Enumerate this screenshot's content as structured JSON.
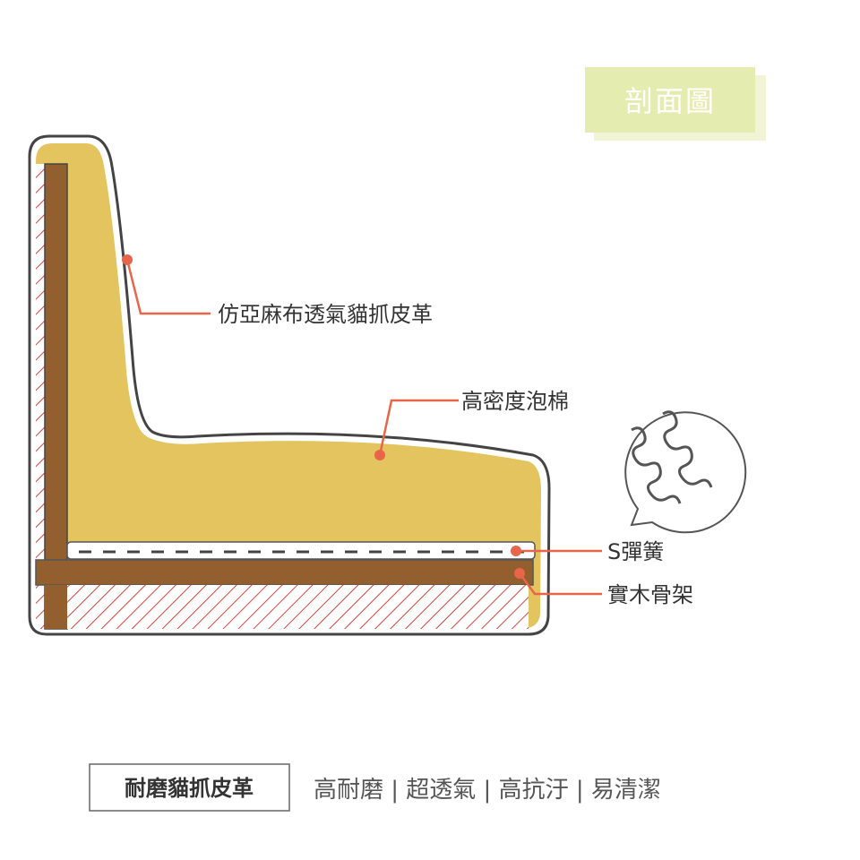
{
  "title": "剖面圖",
  "callouts": {
    "fabric": "仿亞麻布透氣貓抓皮革",
    "foam": "高密度泡棉",
    "spring": "S彈簧",
    "frame": "實木骨架"
  },
  "footer": {
    "material": "耐磨貓抓皮革",
    "features": "高耐磨 | 超透氣 | 高抗汙 | 易清潔"
  },
  "colors": {
    "foam": "#e3c45e",
    "wood": "#935f2e",
    "accent": "#e8654a",
    "title_bg": "#e4ecb0",
    "outline": "#444444"
  }
}
